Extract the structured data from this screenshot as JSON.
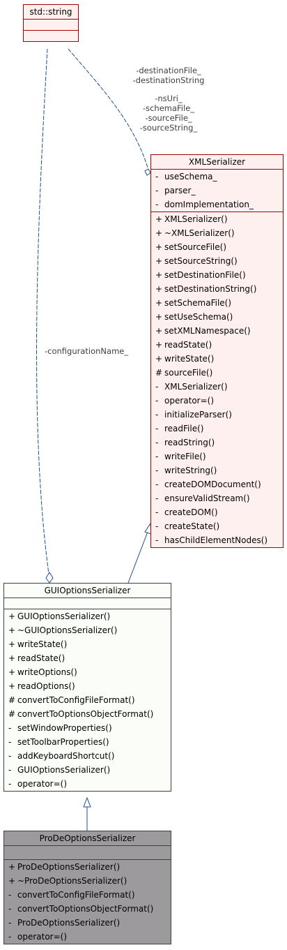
{
  "classes": {
    "string": {
      "name": "std::string"
    },
    "xml": {
      "name": "XMLSerializer",
      "attributes": [
        {
          "vis": "-",
          "name": "useSchema_"
        },
        {
          "vis": "-",
          "name": "parser_"
        },
        {
          "vis": "-",
          "name": "domImplementation_"
        }
      ],
      "methods": [
        {
          "vis": "+",
          "name": "XMLSerializer()"
        },
        {
          "vis": "+",
          "name": "~XMLSerializer()"
        },
        {
          "vis": "+",
          "name": "setSourceFile()"
        },
        {
          "vis": "+",
          "name": "setSourceString()"
        },
        {
          "vis": "+",
          "name": "setDestinationFile()"
        },
        {
          "vis": "+",
          "name": "setDestinationString()"
        },
        {
          "vis": "+",
          "name": "setSchemaFile()"
        },
        {
          "vis": "+",
          "name": "setUseSchema()"
        },
        {
          "vis": "+",
          "name": "setXMLNamespace()"
        },
        {
          "vis": "+",
          "name": "readState()"
        },
        {
          "vis": "+",
          "name": "writeState()"
        },
        {
          "vis": "#",
          "name": "sourceFile()"
        },
        {
          "vis": "-",
          "name": "XMLSerializer()"
        },
        {
          "vis": "-",
          "name": "operator=()"
        },
        {
          "vis": "-",
          "name": "initializeParser()"
        },
        {
          "vis": "-",
          "name": "readFile()"
        },
        {
          "vis": "-",
          "name": "readString()"
        },
        {
          "vis": "-",
          "name": "writeFile()"
        },
        {
          "vis": "-",
          "name": "writeString()"
        },
        {
          "vis": "-",
          "name": "createDOMDocument()"
        },
        {
          "vis": "-",
          "name": "ensureValidStream()"
        },
        {
          "vis": "-",
          "name": "createDOM()"
        },
        {
          "vis": "-",
          "name": "createState()"
        },
        {
          "vis": "-",
          "name": "hasChildElementNodes()"
        }
      ]
    },
    "gui": {
      "name": "GUIOptionsSerializer",
      "methods": [
        {
          "vis": "+",
          "name": "GUIOptionsSerializer()"
        },
        {
          "vis": "+",
          "name": "~GUIOptionsSerializer()"
        },
        {
          "vis": "+",
          "name": "writeState()"
        },
        {
          "vis": "+",
          "name": "readState()"
        },
        {
          "vis": "+",
          "name": "writeOptions()"
        },
        {
          "vis": "+",
          "name": "readOptions()"
        },
        {
          "vis": "#",
          "name": "convertToConfigFileFormat()"
        },
        {
          "vis": "#",
          "name": "convertToOptionsObjectFormat()"
        },
        {
          "vis": "-",
          "name": "setWindowProperties()"
        },
        {
          "vis": "-",
          "name": "setToolbarProperties()"
        },
        {
          "vis": "-",
          "name": "addKeyboardShortcut()"
        },
        {
          "vis": "-",
          "name": "GUIOptionsSerializer()"
        },
        {
          "vis": "-",
          "name": "operator=()"
        }
      ]
    },
    "prode": {
      "name": "ProDeOptionsSerializer",
      "methods": [
        {
          "vis": "+",
          "name": "ProDeOptionsSerializer()"
        },
        {
          "vis": "+",
          "name": "~ProDeOptionsSerializer()"
        },
        {
          "vis": "-",
          "name": "convertToConfigFileFormat()"
        },
        {
          "vis": "-",
          "name": "convertToOptionsObjectFormat()"
        },
        {
          "vis": "-",
          "name": "ProDeOptionsSerializer()"
        },
        {
          "vis": "-",
          "name": "operator=()"
        }
      ]
    }
  },
  "edge_labels": {
    "string_to_xml": [
      "-destinationFile_",
      "-destinationString",
      "",
      "-nsUri_",
      "-schemaFile_",
      "-sourceFile_",
      "-sourceString_"
    ],
    "string_to_gui": "-configurationName_"
  },
  "colors": {
    "edge_dark": "#1f4e8c",
    "edge_light": "#5a8fd6",
    "class_border_red": "#a30000",
    "class_fill_pink": "#fff0f0",
    "selected_fill": "#9c9a9c"
  }
}
